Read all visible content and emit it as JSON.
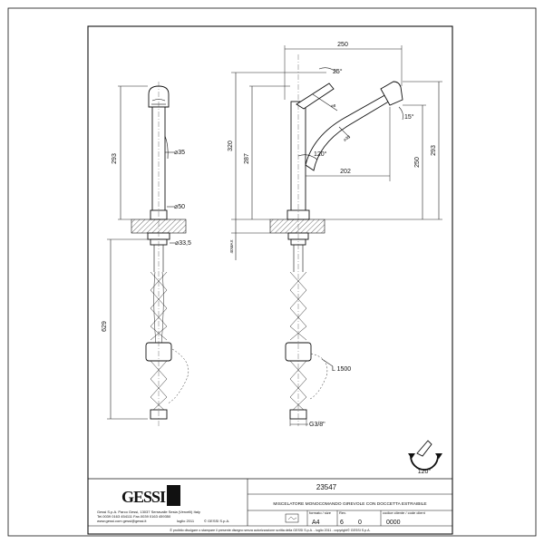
{
  "left_view": {
    "dims": {
      "spout_height": "293",
      "hose_length": "629",
      "diameter_top": "35",
      "diameter_base": "50",
      "diameter_shank": "33,5"
    }
  },
  "right_view": {
    "dims": {
      "reach": "250",
      "lever_angle": "25°",
      "overall_height": "320",
      "spout_height_left": "287",
      "spout_height_right": "293",
      "outlet_height": "250",
      "outlet_reach": "202",
      "rotation": "120°",
      "spray_angle": "15°",
      "lever_diameter": "8",
      "spout_diameter": "30",
      "max_deck": "40MAX",
      "shower_hose": "L 1500",
      "connection": "G3/8\""
    }
  },
  "swivel_symbol": {
    "angle": "120°"
  },
  "title_block": {
    "brand": "GESSI",
    "address_line1": "Gessi S.p.A. Parco Gessi, 13037 Serravalle Sesia (Vercelli) Italy",
    "address_line2": "Tel.0039 0163 454111 Fax.0039 0163 459350",
    "address_line3": "www.gessi.com   gessi@gessi.it",
    "date_info": "luglio 2011",
    "copyright_small": "© GESSI S.p.A.",
    "code": "23547",
    "description": "MISCELATORE MONOCOMANDO GIREVOLE CON DOCCETTA ESTRAIBILE",
    "format_label": "formato / size",
    "format_value": "A4",
    "rev_label": "Rev.",
    "rev_value": "6",
    "rev_value2": "0",
    "client_code_label": "codice cliente / code client",
    "client_code_value": "0000",
    "footer": "È proibito divulgare o stampare il presente disegno senza autorizzazione scritta della GESSI S.p.A. - luglio 2011 - copyright© GESSI S.p.A."
  }
}
